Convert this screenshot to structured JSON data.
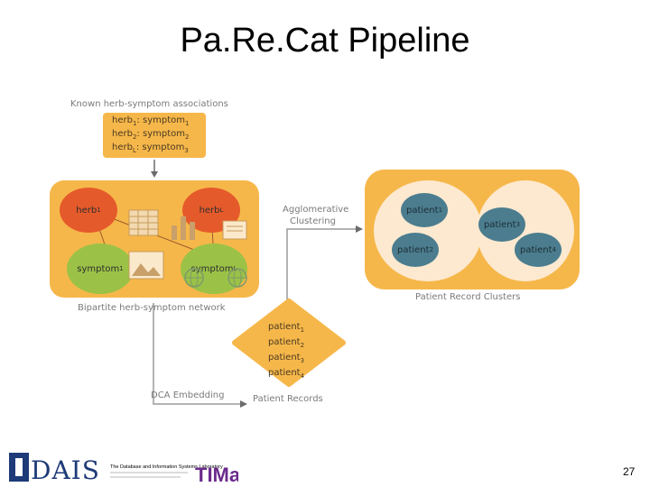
{
  "slide": {
    "title": "Pa.Re.Cat Pipeline",
    "page_number": "27"
  },
  "known_associations": {
    "label": "Known herb-symptom associations",
    "lines": [
      {
        "herb": "herb",
        "herb_sub": "1",
        "symptom": "symptom",
        "symptom_sub": "1"
      },
      {
        "herb": "herb",
        "herb_sub": "2",
        "symptom": "symptom",
        "symptom_sub": "2"
      },
      {
        "herb": "herb",
        "herb_sub": "L",
        "symptom": "symptom",
        "symptom_sub": "3"
      }
    ]
  },
  "bipartite": {
    "label": "Bipartite herb-symptom network",
    "herbs": [
      {
        "text": "herb",
        "sub": "1"
      },
      {
        "text": "herb",
        "sub": "L"
      }
    ],
    "symptoms": [
      {
        "text": "symptom",
        "sub": "1"
      },
      {
        "text": "symptom",
        "sub": "L"
      }
    ]
  },
  "arrows": {
    "agglomerative_line1": "Agglomerative",
    "agglomerative_line2": "Clustering",
    "dca": "DCA Embedding"
  },
  "patient_records": {
    "label": "Patient Records",
    "items": [
      {
        "text": "patient",
        "sub": "1"
      },
      {
        "text": "patient",
        "sub": "2"
      },
      {
        "text": "patient",
        "sub": "3"
      },
      {
        "text": "patient",
        "sub": "4"
      }
    ]
  },
  "clusters": {
    "label": "Patient Record Clusters",
    "cluster1": [
      {
        "text": "patient",
        "sub": "1"
      },
      {
        "text": "patient",
        "sub": "2"
      }
    ],
    "cluster2": [
      {
        "text": "patient",
        "sub": "3"
      },
      {
        "text": "patient",
        "sub": "4"
      }
    ]
  },
  "footer": {
    "logo_letters": "DAIS",
    "lab_name": "The Database and Information Systems Laboratory",
    "logo2": "TIMan"
  },
  "colors": {
    "orange": "#f6b74a",
    "herb": "#e55a2b",
    "symptom": "#9bc247",
    "patient": "#4b7d8f",
    "cluster_bg": "#fde9cf"
  }
}
